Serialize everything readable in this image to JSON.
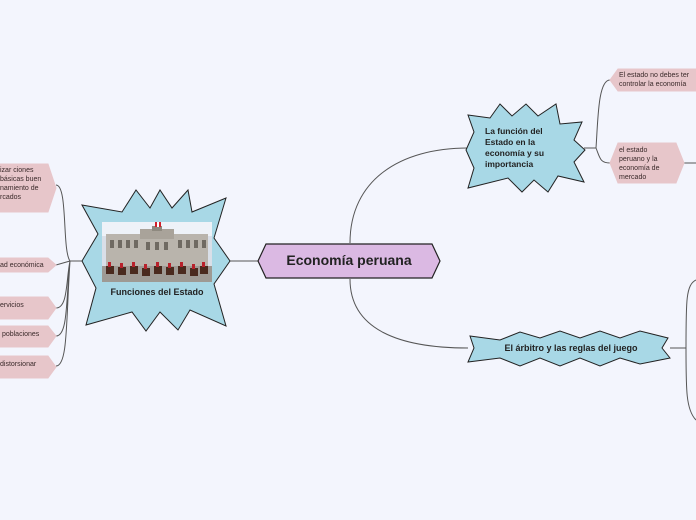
{
  "central": {
    "label": "Economía peruana"
  },
  "topic_funciones": {
    "label": "Funciones del Estado",
    "image_icon": "palace-photo"
  },
  "topic_funcion_estado": {
    "label": "La función del Estado en la economía y su importancia"
  },
  "topic_arbitro": {
    "label": "El árbitro y las reglas del juego"
  },
  "left_subtopics": [
    {
      "label": "izar ciones básicas buen namiento de rcados"
    },
    {
      "label": "ad económica"
    },
    {
      "label": "ervicios"
    },
    {
      "label": " poblaciones"
    },
    {
      "label": "distorsionar"
    }
  ],
  "right_subtopics": [
    {
      "label": "El estado no debes ter controlar la economía"
    },
    {
      "label": "el estado peruano y la economía de mercado"
    }
  ],
  "colors": {
    "background": "#f3f5fd",
    "central_fill": "#dbb9e3",
    "topic_fill": "#a8d8e6",
    "subtopic_fill": "#e7c6ca",
    "line": "#555555"
  }
}
